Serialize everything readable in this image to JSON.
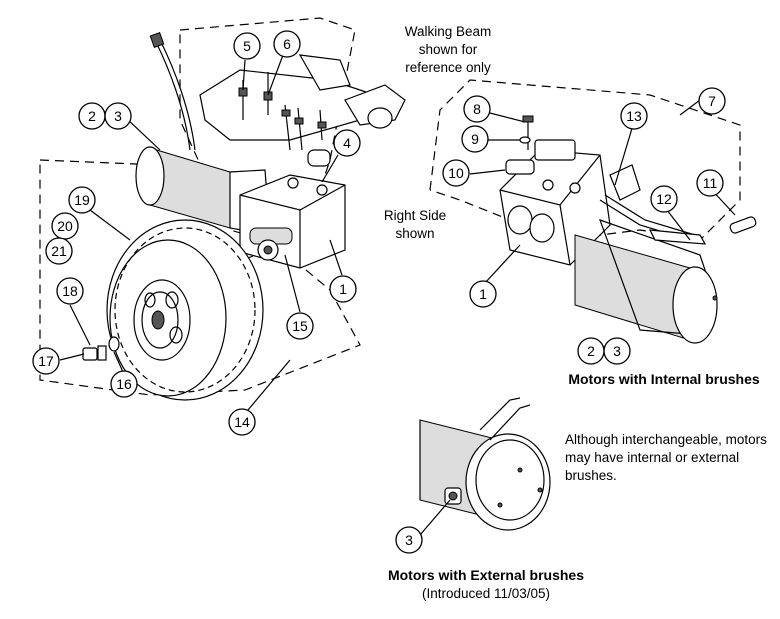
{
  "notes": {
    "walking_beam": [
      "Walking Beam",
      "shown for",
      "reference only"
    ],
    "right_side": [
      "Right Side",
      "shown"
    ],
    "interchangeable": [
      "Although interchangeable, motors",
      "may have internal or external",
      "brushes."
    ]
  },
  "captions": {
    "internal": "Motors with Internal brushes",
    "external": "Motors with External brushes",
    "external_sub": "(Introduced 11/03/05)"
  },
  "callouts": [
    "1",
    "2",
    "3",
    "4",
    "5",
    "6",
    "7",
    "8",
    "9",
    "10",
    "11",
    "12",
    "13",
    "14",
    "15",
    "16",
    "17",
    "18",
    "19",
    "20",
    "21"
  ]
}
